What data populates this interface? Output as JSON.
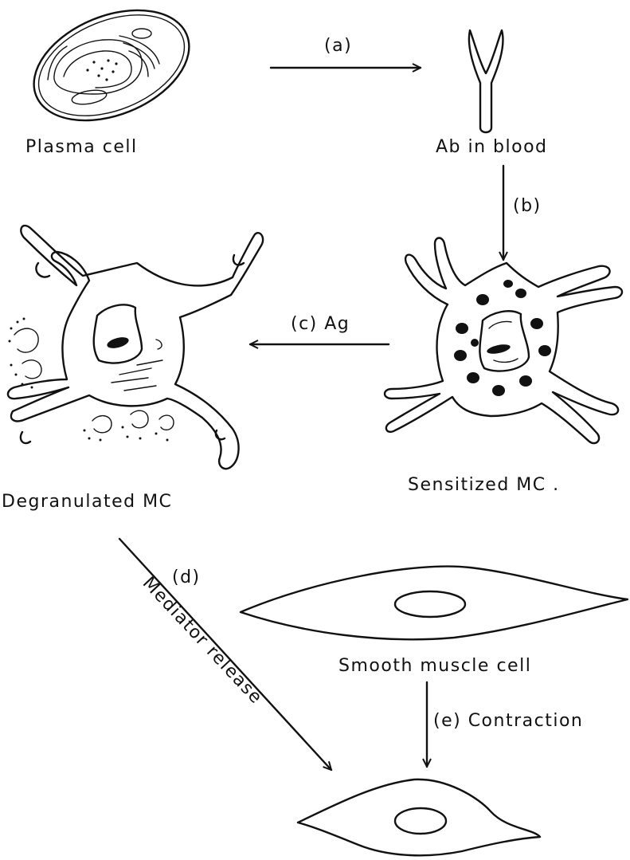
{
  "cells": {
    "plasma_cell": "Plasma cell",
    "antibody": "Ab in blood",
    "sensitized_mc": "Sensitized MC .",
    "degranulated_mc": "Degranulated MC",
    "smooth_muscle": "Smooth muscle cell"
  },
  "steps": {
    "a": "(a)",
    "b": "(b)",
    "c": "(c) Ag",
    "d": "(d)",
    "d_note": "Mediator release",
    "e": "(e) Contraction"
  },
  "colors": {
    "ink": "#111111",
    "background": "#ffffff"
  }
}
